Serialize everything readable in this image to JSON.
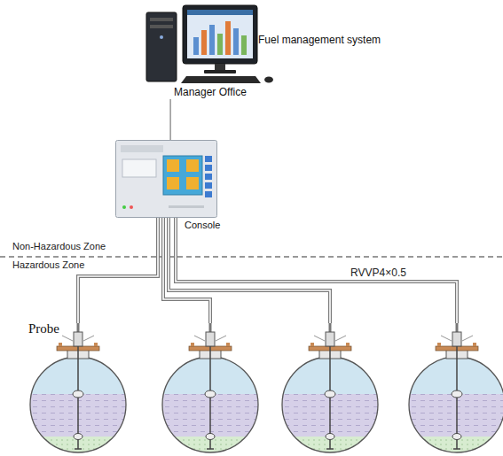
{
  "diagram": {
    "nodes": [
      {
        "text": [
          "Fuel management system",
          "Manager Office"
        ]
      },
      {
        "text": [
          "Console"
        ]
      },
      {
        "text": [
          "Probe"
        ]
      },
      {
        "text": []
      },
      {
        "text": []
      },
      {
        "text": []
      }
    ],
    "edges": [
      {
        "from": 0,
        "to": 1,
        "arrow": "none"
      },
      {
        "from": 1,
        "to": 2,
        "arrow": "none"
      },
      {
        "from": 1,
        "to": 3,
        "arrow": "none"
      },
      {
        "from": 1,
        "to": 4,
        "arrow": "none"
      },
      {
        "from": 1,
        "to": 5,
        "label": "RVVP4×0.5",
        "arrow": "none"
      }
    ],
    "labels": [
      "Non-Hazardous Zone",
      "Hazardous Zone"
    ]
  }
}
